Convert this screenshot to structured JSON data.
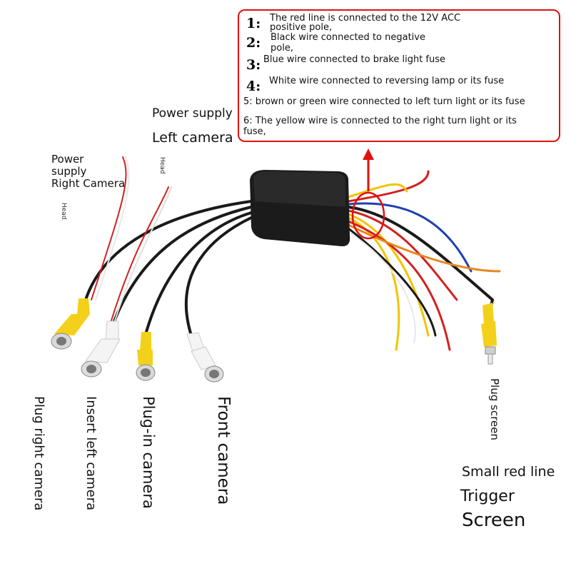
{
  "legend": {
    "items": [
      {
        "num": "1:",
        "line1": "The red line is connected to the 12V ACC",
        "line2": "positive pole,"
      },
      {
        "num": "2:",
        "line1": "Black wire connected to negative",
        "line2": "pole,"
      },
      {
        "num": "3:",
        "line1": "Blue wire connected to brake light fuse",
        "line2": ""
      },
      {
        "num": "4:",
        "line1": "White wire connected to reversing lamp or its fuse",
        "line2": ""
      },
      {
        "num": "",
        "line1": "5: brown or green wire connected to left turn light or its fuse",
        "line2": ""
      },
      {
        "num": "",
        "line1": "6: The yellow wire is connected to the right turn light or its",
        "line2": "fuse,"
      }
    ]
  },
  "labels": {
    "power_supply_left": "Power supply",
    "left_camera": "Left camera",
    "power_supply_right": "Power\nsupply\nRight Camera",
    "head_1": "Head",
    "head_2": "Head",
    "plug_right_camera": "Plug right camera",
    "insert_left_camera": "Insert left camera",
    "plugin_camera": "Plug-in camera",
    "front_camera": "Front camera",
    "plug_screen": "Plug screen",
    "small_red_line": "Small red line",
    "trigger": "Trigger",
    "screen": "Screen"
  },
  "colors": {
    "wire_black": "#1a1a1a",
    "wire_red": "#d42020",
    "wire_yellow": "#f2c400",
    "wire_blue": "#1f3fb0",
    "wire_orange": "#e8871e",
    "connector_yellow": "#f3d11a",
    "connector_white": "#f4f4f4",
    "highlight_red": "#e01010"
  }
}
